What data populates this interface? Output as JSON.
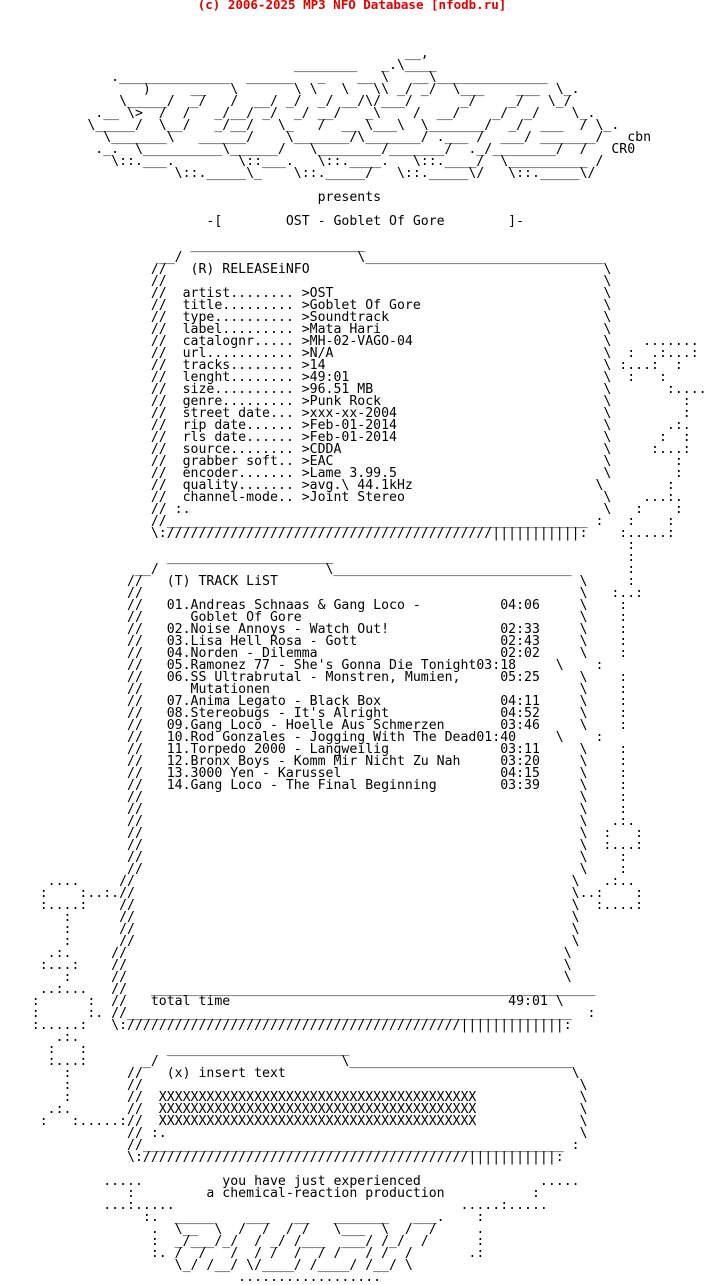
{
  "header": {
    "banner": "(c) 2006-2025 MP3 NFO Database [nfodb.ru]",
    "banner_color": "#e00000"
  },
  "nfo_lines": [
    "",
    "",
    "",
    "                                                   __,",
    "                                     ________   _.\\____",
    "              .______________  ______   _    __ \\   __\\______________",
    "                  )     __   \\       \\ \\   \\   \\\\ _/ _/  \\___    ___  \\_.",
    "               \\_____/  _/   /  __/ _/  _/ __/\\/___/      _/    _/   \\_/",
    "            .__ \\>  /  /   _/__/ _/  _/ __/   _\\    /  __/    _/  _/    \\_.",
    "           \\_____/  \\__/   _/__/   \\_   /  __ \\___\\  \\_______/  _/  ___  / \\_.",
    "             \\_______\\   ______/    \\_______/\\_______/ .___ /  ___/ _______/   cbn",
    "            ._.  \\__________\\______/   \\________/_______/  ._/________/  /   CR0",
    "              \\::.___.        \\::___.   \\::.____.   \\::.____/  \\__________ /",
    "                      \\::._____\\_    \\::._____/   \\::._____\\/   \\::._____\\/",
    "",
    "                                        presents",
    "",
    "                          -[        OST - Goblet Of Gore        ]-",
    "",
    "                        ______________________",
    "                    __/                      \\______________________________",
    "                   //   (R) RELEASEiNFO                                     \\",
    "                   //                                                       \\",
    "                   //  artist........ >OST                                  \\",
    "                   //  title......... >Goblet Of Gore                       \\",
    "                   //  type.......... >Soundtrack                           \\",
    "                   //  label......... >Mata Hari                            \\",
    "                   //  catalognr..... >MH-02-VAGO-04                        \\    .......",
    "                   //  url........... >N/A                                  \\  :  .:...: :",
    "                   //  tracks........ >14                                   \\ :...:  :   .:",
    "                   //  lenght........ >49:01                                \\  :   :     :.:",
    "                   //  size.......... >96.51 MB                             \\       :.....:",
    "                   //  genre......... >Punk Rock                            \\         :",
    "                   //  street date... >xxx-xx-2004                          \\         :",
    "                   //  rip date...... >Feb-01-2014                          \\       .:.",
    "                   //  rls date...... >Feb-01-2014                          \\      :  :",
    "                   //  source........ >CDDA                                 \\     :...:",
    "                   //  grabber soft.. >EAC                                  \\        :",
    "                   //  encoder....... >Lame 3.99.5                          \\        :",
    "                   //  quality....... >avg.\\ 44.1kHz                       \\        :",
    "                   //  channel-mode.. >Joint Stereo                         \\    ...:.",
    "                   // :.                                                    \\   :    :",
    "                   //_____________________________________________________ :   :    :",
    "                   \\://///////////////////////////////////////|||||||||||:    :.....:",
    "                                                                               :",
    "                     _____________________                                     :",
    "                 __/                     \\______________________________       :",
    "                //   (T) TRACK LiST                                      \\     :",
    "                //                                                       \\   :..:",
    "                //   01.Andreas Schnaas & Gang Loco -          04:06     \\    :",
    "                //      Goblet Of Gore                                   \\    :",
    "                //   02.Noise Annoys - Watch Out!              02:33     \\    :",
    "                //   03.Lisa Hell Rosa - Gott                  02:43     \\    :",
    "                //   04.Norden - Dilemma                       02:02     \\    :",
    "                //   05.Ramonez 77 - She's Gonna Die Tonight03:18     \\    :",
    "                //   06.SS Ultrabrutal - Monstren, Mumien,     05:25     \\    :",
    "                //      Mutationen                                       \\    :",
    "                //   07.Anima Legato - Black Box               04:11     \\    :",
    "                //   08.Stereobugs - It's Alright              04:52     \\    :",
    "                //   09.Gang Loco - Hoelle Aus Schmerzen       03:46     \\    :",
    "                //   10.Rod Gonzales - Jogging With The Dead01:40     \\    :",
    "                //   11.Torpedo 2000 - Langweilig              03:11     \\    :",
    "                //   12.Bronx Boys - Komm Mir Nicht Zu Nah     03:20     \\    :",
    "                //   13.3000 Yen - Karussel                    04:15     \\    :",
    "                //   14.Gang Loco - The Final Beginning        03:39     \\    :",
    "                //                                                       \\    :",
    "                //                                                       \\    :",
    "                //                                                       \\   .:.",
    "                //                                                       \\  :   :",
    "                //                                                       \\  :...:",
    "                //                                                       \\    :",
    "                //                                                       \\    :",
    "      ....     //                                                       \\   .:..",
    "     :    :..:.//                                                       \\..:    :",
    "     :....:    //                                                       \\  :....:",
    "        :      //                                                       \\",
    "        :      //                                                       \\",
    "        :      //                                                       \\",
    "      .:.     //                                                       \\",
    "     :...:    //                                                       \\",
    "        :     //                                                       \\",
    "     ..:...   //   ________________________________________________________",
    "    :      :  //   total time                                   49:01 \\",
    "    :      :. //________________________________________________________  :",
    "    :.....:   \\://////////////////////////////////////////|||||||||||||:",
    "       .:.",
    "      :   :          _______________________",
    "      :...:       _/                       \\____________________________",
    "        :       //   (x) insert text                                    \\",
    "        :       //                                                       \\",
    "        :       //  XXXXXXXXXXXXXXXXXXXXXXXXXXXXXXXXXXXXXXXX             \\",
    "      .:.       //  XXXXXXXXXXXXXXXXXXXXXXXXXXXXXXXXXXXXXXXX             \\",
    "     :   :.....://  XXXXXXXXXXXXXXXXXXXXXXXXXXXXXXXXXXXXXXXX             \\",
    "                // :.                                                    \\",
    "                //_____________________________________________________ :",
    "                \\://///////////////////////////////////////|||||||||||:",
    "",
    "             .....          you have just experienced               .....",
    "                :         a chemical-reaction production           :",
    "             ...:.....                                    .....:.....",
    "                  :.  _____    ___   __   _______   ___.    :",
    "                   .  \\__  \\  /  /  / /   \\___  \\  /  /     .",
    "                   :  _/___/_/  / _/ /___  ___/ /_/  /      :",
    "                   :. /  /   /  / /  /  / /   / /  /       .:",
    "                      \\_/ /__/ \\/____/ /____/ /__/ \\",
    "                              .................."
  ]
}
